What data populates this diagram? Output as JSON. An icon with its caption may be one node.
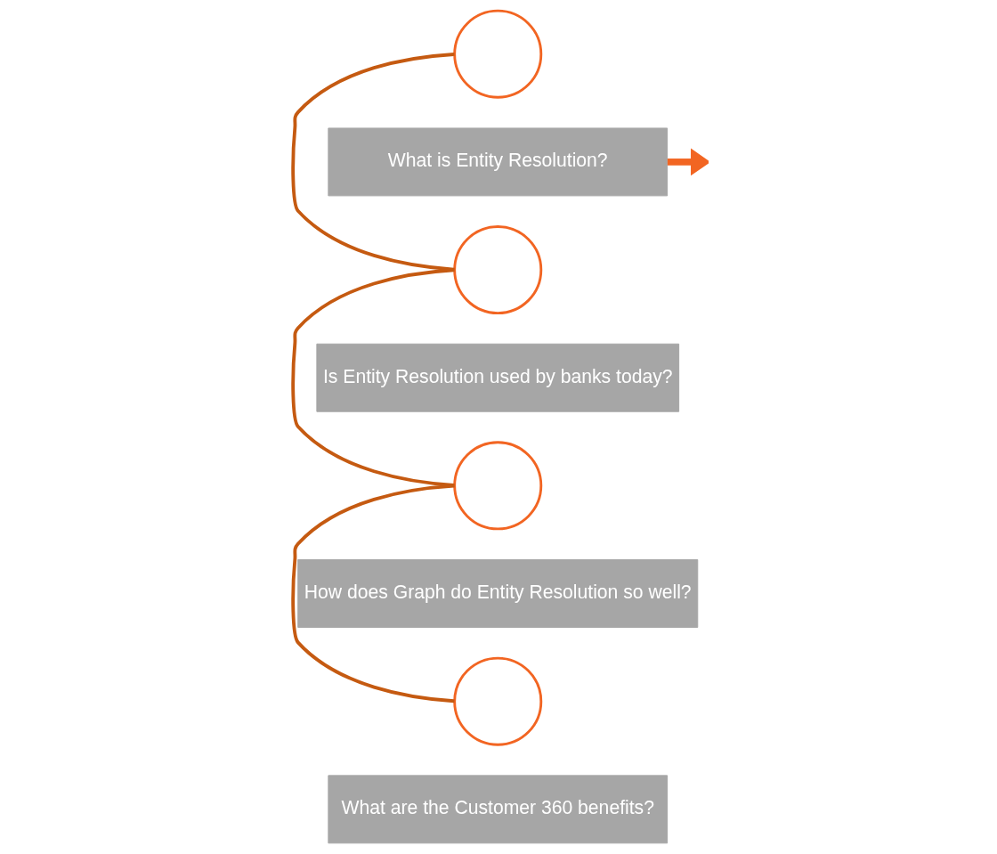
{
  "diagram": {
    "nodes": [
      {
        "text": [],
        "shape": "circle"
      },
      {
        "text": [
          "What is Entity Resolution?"
        ]
      },
      {
        "text": [],
        "shape": "circle"
      },
      {
        "text": [
          "Is Entity Resolution used by banks today?"
        ]
      },
      {
        "text": [],
        "shape": "circle"
      },
      {
        "text": [
          "How does Graph do Entity Resolution so well?"
        ]
      },
      {
        "text": [],
        "shape": "circle"
      },
      {
        "text": [
          "What are the Customer 360 benefits?"
        ]
      }
    ],
    "edges": [
      {
        "from": 0,
        "to": 2,
        "arrow": "none"
      },
      {
        "from": 2,
        "to": 4,
        "arrow": "none"
      },
      {
        "from": 4,
        "to": 6,
        "arrow": "none"
      },
      {
        "from": 1,
        "to": null,
        "arrow": "to",
        "style": "thick",
        "color": "#f26522"
      }
    ]
  }
}
